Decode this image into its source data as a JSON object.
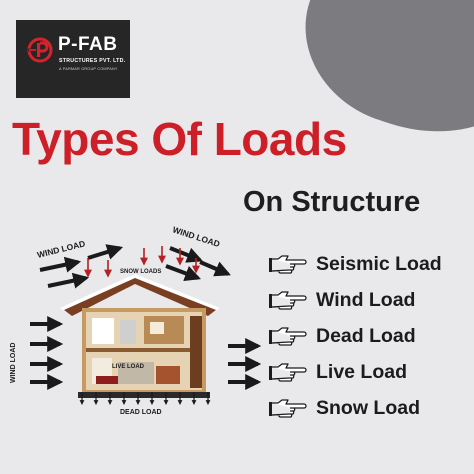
{
  "logo": {
    "name": "P-FAB",
    "subtitle": "STRUCTURES PVT. LTD.",
    "tagline": "A PARMAR GROUP COMPANY"
  },
  "title": "Types Of Loads",
  "subtitle": "On Structure",
  "load_types": [
    {
      "label": "Seismic Load",
      "icon": "pointing-hand-icon"
    },
    {
      "label": "Wind Load",
      "icon": "pointing-hand-icon"
    },
    {
      "label": "Dead Load",
      "icon": "pointing-hand-icon"
    },
    {
      "label": "Live Load",
      "icon": "pointing-hand-icon"
    },
    {
      "label": "Snow Load",
      "icon": "pointing-hand-icon"
    }
  ],
  "illustration": {
    "wind_load_top_left": "WIND LOAD",
    "wind_load_top_right": "WIND LOAD",
    "snow_loads": "SNOW LOADS",
    "wind_load_side": "WIND LOAD",
    "live_load": "LIVE LOAD",
    "dead_load": "DEAD LOAD"
  },
  "colors": {
    "title_red": "#cc1f28",
    "logo_background": "#262626",
    "page_background": "#e9e9ec",
    "blob_gray": "#7b7b80",
    "arrow_red": "#b22222"
  }
}
